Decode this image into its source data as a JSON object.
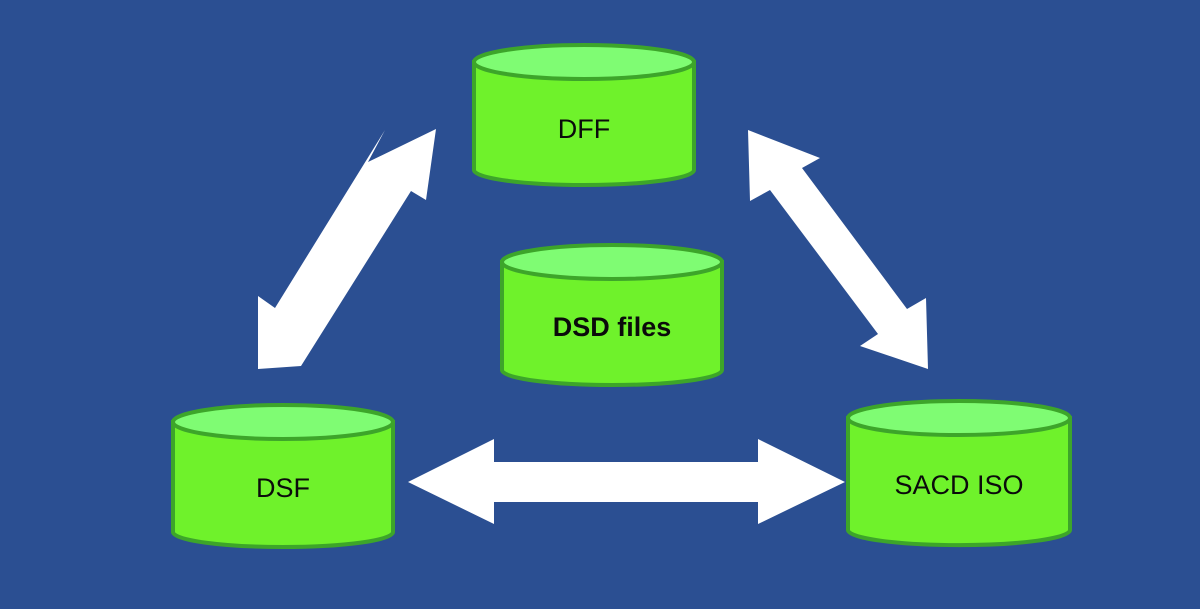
{
  "background_color": "#2b4f92",
  "cylinder_colors": {
    "body": "#6ff22b",
    "top": "#7ffc73",
    "stroke": "#3da52a"
  },
  "arrow_color": "#ffffff",
  "nodes": {
    "dff": {
      "label": "DFF"
    },
    "dsd": {
      "label": "DSD files"
    },
    "dsf": {
      "label": "DSF"
    },
    "sacd": {
      "label": "SACD ISO"
    }
  },
  "connections": [
    {
      "from": "dsf",
      "to": "dff",
      "style": "double-headed"
    },
    {
      "from": "dff",
      "to": "sacd",
      "style": "double-headed"
    },
    {
      "from": "dsf",
      "to": "sacd",
      "style": "double-headed"
    }
  ]
}
